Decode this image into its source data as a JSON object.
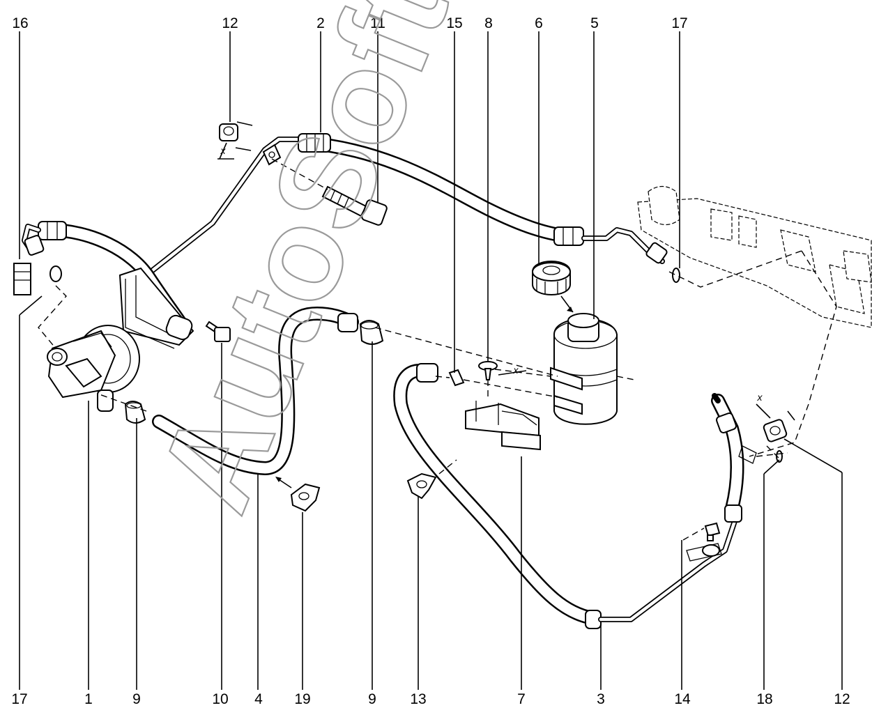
{
  "callouts": [
    {
      "id": "top-16",
      "label": "16"
    },
    {
      "id": "top-12",
      "label": "12"
    },
    {
      "id": "top-2",
      "label": "2"
    },
    {
      "id": "top-11",
      "label": "11"
    },
    {
      "id": "top-15",
      "label": "15"
    },
    {
      "id": "top-8",
      "label": "8"
    },
    {
      "id": "top-6",
      "label": "6"
    },
    {
      "id": "top-5",
      "label": "5"
    },
    {
      "id": "top-17",
      "label": "17"
    },
    {
      "id": "bottom-17",
      "label": "17"
    },
    {
      "id": "bottom-1",
      "label": "1"
    },
    {
      "id": "bottom-9a",
      "label": "9"
    },
    {
      "id": "bottom-10",
      "label": "10"
    },
    {
      "id": "bottom-4",
      "label": "4"
    },
    {
      "id": "bottom-19",
      "label": "19"
    },
    {
      "id": "bottom-9b",
      "label": "9"
    },
    {
      "id": "bottom-13",
      "label": "13"
    },
    {
      "id": "bottom-7",
      "label": "7"
    },
    {
      "id": "bottom-3",
      "label": "3"
    },
    {
      "id": "bottom-14",
      "label": "14"
    },
    {
      "id": "bottom-18",
      "label": "18"
    },
    {
      "id": "bottom-12",
      "label": "12"
    }
  ],
  "torque_marks": [
    {
      "id": "x-left",
      "label": "x"
    },
    {
      "id": "x-middle",
      "label": "x"
    },
    {
      "id": "x-right",
      "label": "x"
    }
  ],
  "watermark": "AutoSoft"
}
